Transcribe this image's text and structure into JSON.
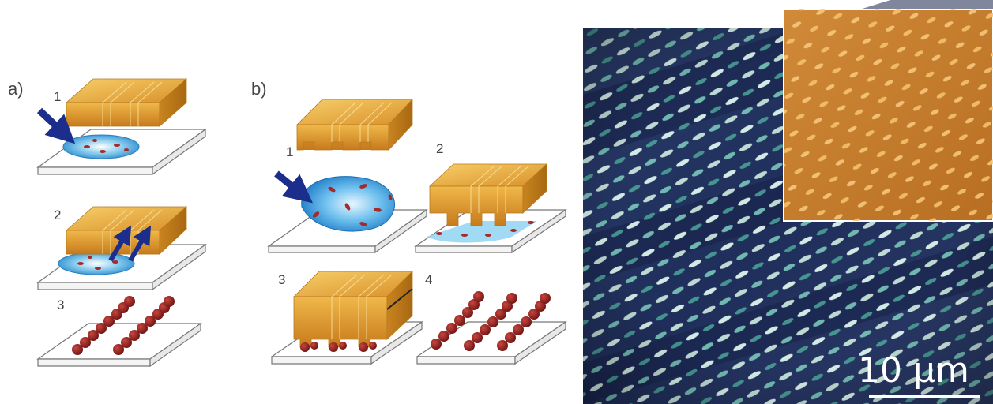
{
  "panel_a": {
    "label": "a)",
    "steps": [
      "1",
      "2",
      "3"
    ]
  },
  "panel_b": {
    "label": "b)",
    "steps": [
      "1",
      "2",
      "3",
      "4"
    ]
  },
  "micrograph": {
    "scale_bar_label": "10 µm"
  },
  "colors": {
    "stamp_gold": "#e8a83a",
    "droplet_blue": "#3aa0d8",
    "particle_red": "#a52a2a",
    "arrow_navy": "#1c2e8c",
    "micrograph_base": "#24305a",
    "inset_base": "#c57a2c"
  }
}
